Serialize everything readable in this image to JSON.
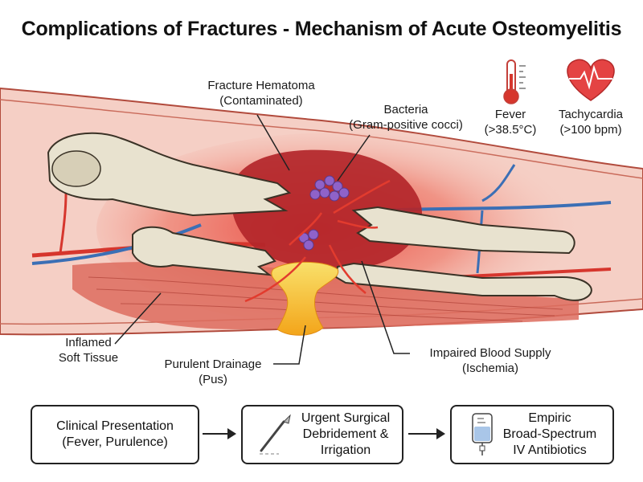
{
  "title": "Complications of Fractures - Mechanism of Acute Osteomyelitis",
  "labels": {
    "hematoma": [
      "Fracture Hematoma",
      "(Contaminated)"
    ],
    "bacteria": [
      "Bacteria",
      "(Gram-positive cocci)"
    ],
    "fever": [
      "Fever",
      "(>38.5°C)"
    ],
    "tachycardia": [
      "Tachycardia",
      "(>100 bpm)"
    ],
    "soft_tissue": [
      "Inflamed",
      "Soft Tissue"
    ],
    "drainage": [
      "Purulent Drainage",
      "(Pus)"
    ],
    "blood_supply": [
      "Impaired Blood Supply",
      "(Ischemia)"
    ]
  },
  "flow": [
    {
      "lines": [
        "Clinical Presentation",
        "(Fever, Purulence)"
      ],
      "icon": "none"
    },
    {
      "lines": [
        "Urgent Surgical",
        "Debridement &",
        "Irrigation"
      ],
      "icon": "scalpel-icon"
    },
    {
      "lines": [
        "Empiric",
        "Broad-Spectrum",
        "IV Antibiotics"
      ],
      "icon": "iv-bag-icon"
    }
  ],
  "colors": {
    "tissue": "#f3c2b8",
    "inflammation": "#e23b2e",
    "hematoma": "#b3262a",
    "bone": "#e8e2cf",
    "bacteria": "#8f62c9",
    "pus": "#f6b21c",
    "artery": "#d6362d",
    "vein": "#3b6fb5"
  }
}
